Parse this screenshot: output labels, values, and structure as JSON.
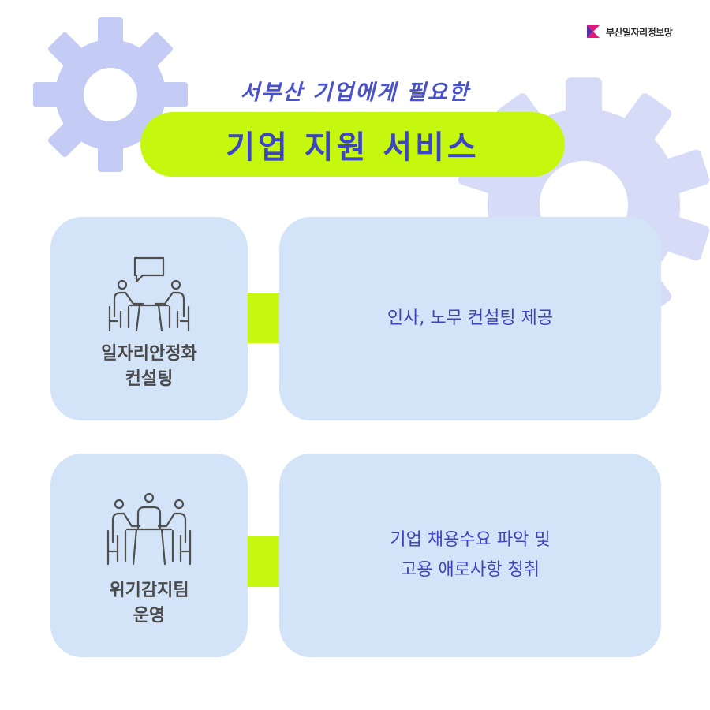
{
  "brand": {
    "name": "부산일자리정보망",
    "colors": {
      "mark_pink": "#e6177a",
      "mark_purple": "#5a2ca8",
      "highlight_pink": "#e6177a"
    }
  },
  "header": {
    "subtitle": "서부산 기업에게 필요한",
    "title": "기업 지원 서비스"
  },
  "colors": {
    "title_pill": "#c5f70f",
    "card_bg": "#d3e3f8",
    "accent_blue": "#3c45c4",
    "gear_left": "#c4ccf5",
    "gear_right": "#d6dcf7"
  },
  "services": [
    {
      "icon": "consulting-meeting-icon",
      "name_lines": [
        "일자리안정화",
        "컨설팅"
      ],
      "description_lines": [
        "인사, 노무 컨설팅 제공"
      ]
    },
    {
      "icon": "team-meeting-icon",
      "name_lines": [
        "위기감지팀",
        "운영"
      ],
      "description_lines": [
        "기업 채용수요 파악 및",
        "고용 애로사항 청취"
      ]
    }
  ]
}
